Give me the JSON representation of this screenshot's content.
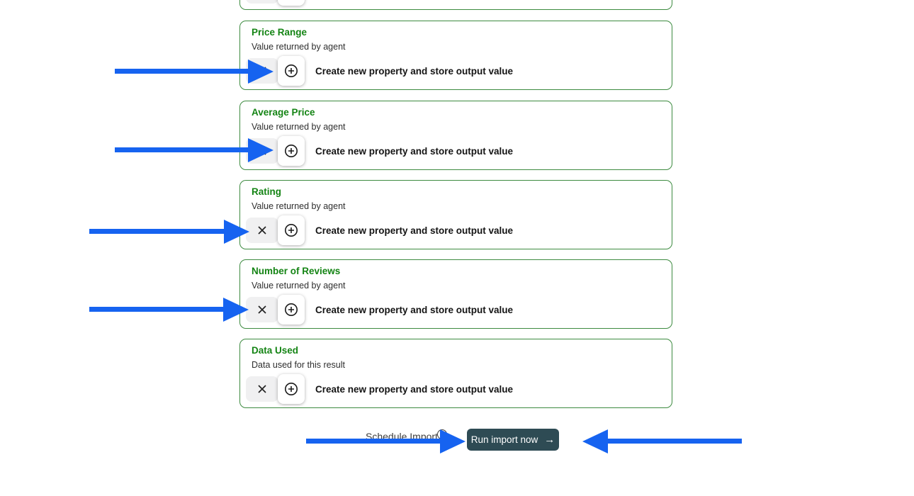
{
  "colors": {
    "card_border": "#3d8b40",
    "card_title": "#148414",
    "arrow_blue": "#1663f0",
    "run_button_bg": "#2e4b54",
    "toggle_bg": "#f0f0f1"
  },
  "cards": [
    {},
    {
      "title": "Price Range",
      "subtitle": "Value returned by agent",
      "action_label": "Create new property and store output value"
    },
    {
      "title": "Average Price",
      "subtitle": "Value returned by agent",
      "action_label": "Create new property and store output value"
    },
    {
      "title": "Rating",
      "subtitle": "Value returned by agent",
      "action_label": "Create new property and store output value"
    },
    {
      "title": "Number of Reviews",
      "subtitle": "Value returned by agent",
      "action_label": "Create new property and store output value"
    },
    {
      "title": "Data Used",
      "subtitle": "Data used for this result",
      "action_label": "Create new property and store output value"
    }
  ],
  "footer": {
    "schedule_label": "Schedule Import",
    "info_glyph": "i",
    "run_label": "Run import now",
    "run_arrow": "→"
  }
}
